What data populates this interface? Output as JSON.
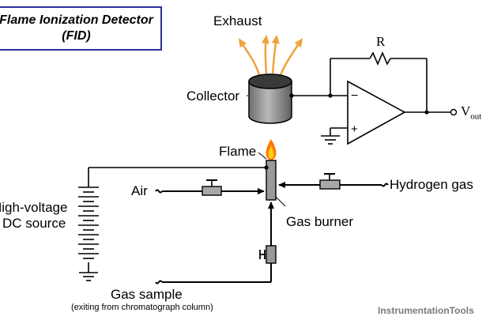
{
  "title": {
    "line1": "Flame Ionization Detector",
    "line2": "(FID)"
  },
  "labels": {
    "exhaust": "Exhaust",
    "collector": "Collector",
    "resistor": "R",
    "vout_main": "V",
    "vout_sub": "out",
    "opamp_minus": "−",
    "opamp_plus": "+",
    "flame": "Flame",
    "air": "Air",
    "hydrogen": "Hydrogen gas",
    "hv_line1": "High-voltage",
    "hv_line2": "DC source",
    "gas_burner": "Gas burner",
    "gas_sample": "Gas sample",
    "gas_sample_note": "(exiting from chromatograph column)"
  },
  "watermark": "InstrumentationTools",
  "colors": {
    "outline": "#000000",
    "title_border": "#2b2f9c",
    "exhaust_arrow": "#f0a23a",
    "flame_outer": "#ff7a00",
    "flame_inner": "#ffd21a",
    "cylinder_body": "#8c8c8c",
    "cylinder_top": "#3a3a3a",
    "valve_fill": "#a8a8a8",
    "burner_fill": "#9a9a9a",
    "watermark": "#7a7a7a"
  }
}
